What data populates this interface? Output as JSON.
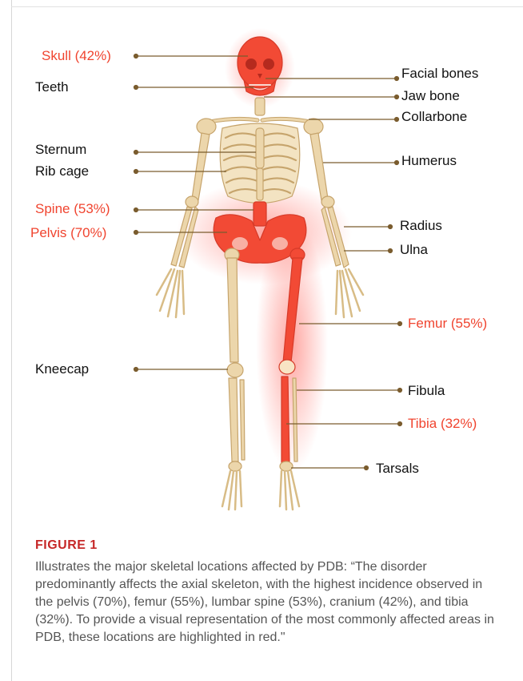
{
  "colors": {
    "highlight": "#f0442f",
    "text": "#111111",
    "leader": "#7a5c2e",
    "bone": "#ecd6ab",
    "bone_edge": "#c6a46c",
    "caption_head": "#c62828",
    "caption_text": "#555555"
  },
  "labels": {
    "skull": "Skull (42%)",
    "teeth": "Teeth",
    "sternum": "Sternum",
    "rib_cage": "Rib cage",
    "spine": "Spine (53%)",
    "pelvis": "Pelvis (70%)",
    "kneecap": "Kneecap",
    "facial_bones": "Facial bones",
    "jaw_bone": "Jaw bone",
    "collarbone": "Collarbone",
    "humerus": "Humerus",
    "radius": "Radius",
    "ulna": "Ulna",
    "femur": "Femur (55%)",
    "fibula": "Fibula",
    "tibia": "Tibia (32%)",
    "tarsals": "Tarsals"
  },
  "caption": {
    "heading": "FIGURE 1",
    "text": "Illustrates the major skeletal locations affected by PDB: “The disorder predominantly affects the axial skeleton, with the highest incidence observed in the pelvis (70%), femur (55%), lumbar spine (53%), cranium (42%), and tibia (32%). To provide a visual representation of the most commonly affected areas in PDB, these locations are highlighted in red.\""
  }
}
